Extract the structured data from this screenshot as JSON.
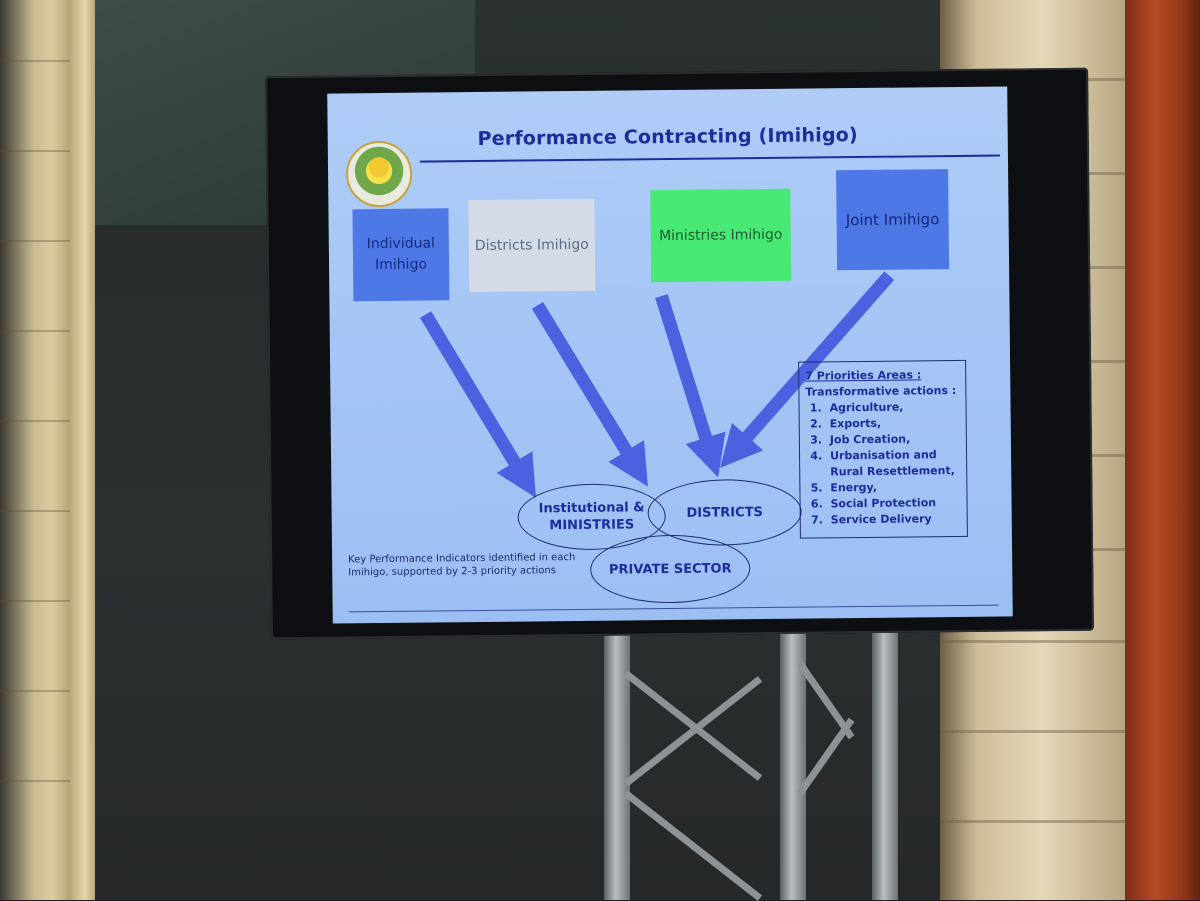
{
  "slide": {
    "title": "Performance Contracting (Imihigo)",
    "boxes": {
      "individual": "Individual Imihigo",
      "districts": "Districts Imihigo",
      "ministries": "Ministries Imihigo",
      "joint": "Joint Imihigo"
    },
    "ellipses": {
      "institutional": "Institutional & MINISTRIES",
      "districts": "DISTRICTS",
      "private": "PRIVATE SECTOR"
    },
    "kpi_note": "Key Performance Indicators identified in each Imihigo, supported by 2-3 priority actions",
    "priorities": {
      "heading": "7 Priorities Areas :",
      "subheading": "Transformative actions :",
      "items": [
        "Agriculture,",
        "Exports,",
        "Job Creation,",
        "Urbanisation and Rural Resettlement,",
        "Energy,",
        "Social Protection",
        "Service Delivery"
      ]
    },
    "colors": {
      "background": "#a4c5f5",
      "title_text": "#1d2d9b",
      "blue_box": "#4d78e6",
      "grey_box": "#d4dbe6",
      "green_box": "#47e873",
      "arrow": "#4a61e0"
    }
  }
}
